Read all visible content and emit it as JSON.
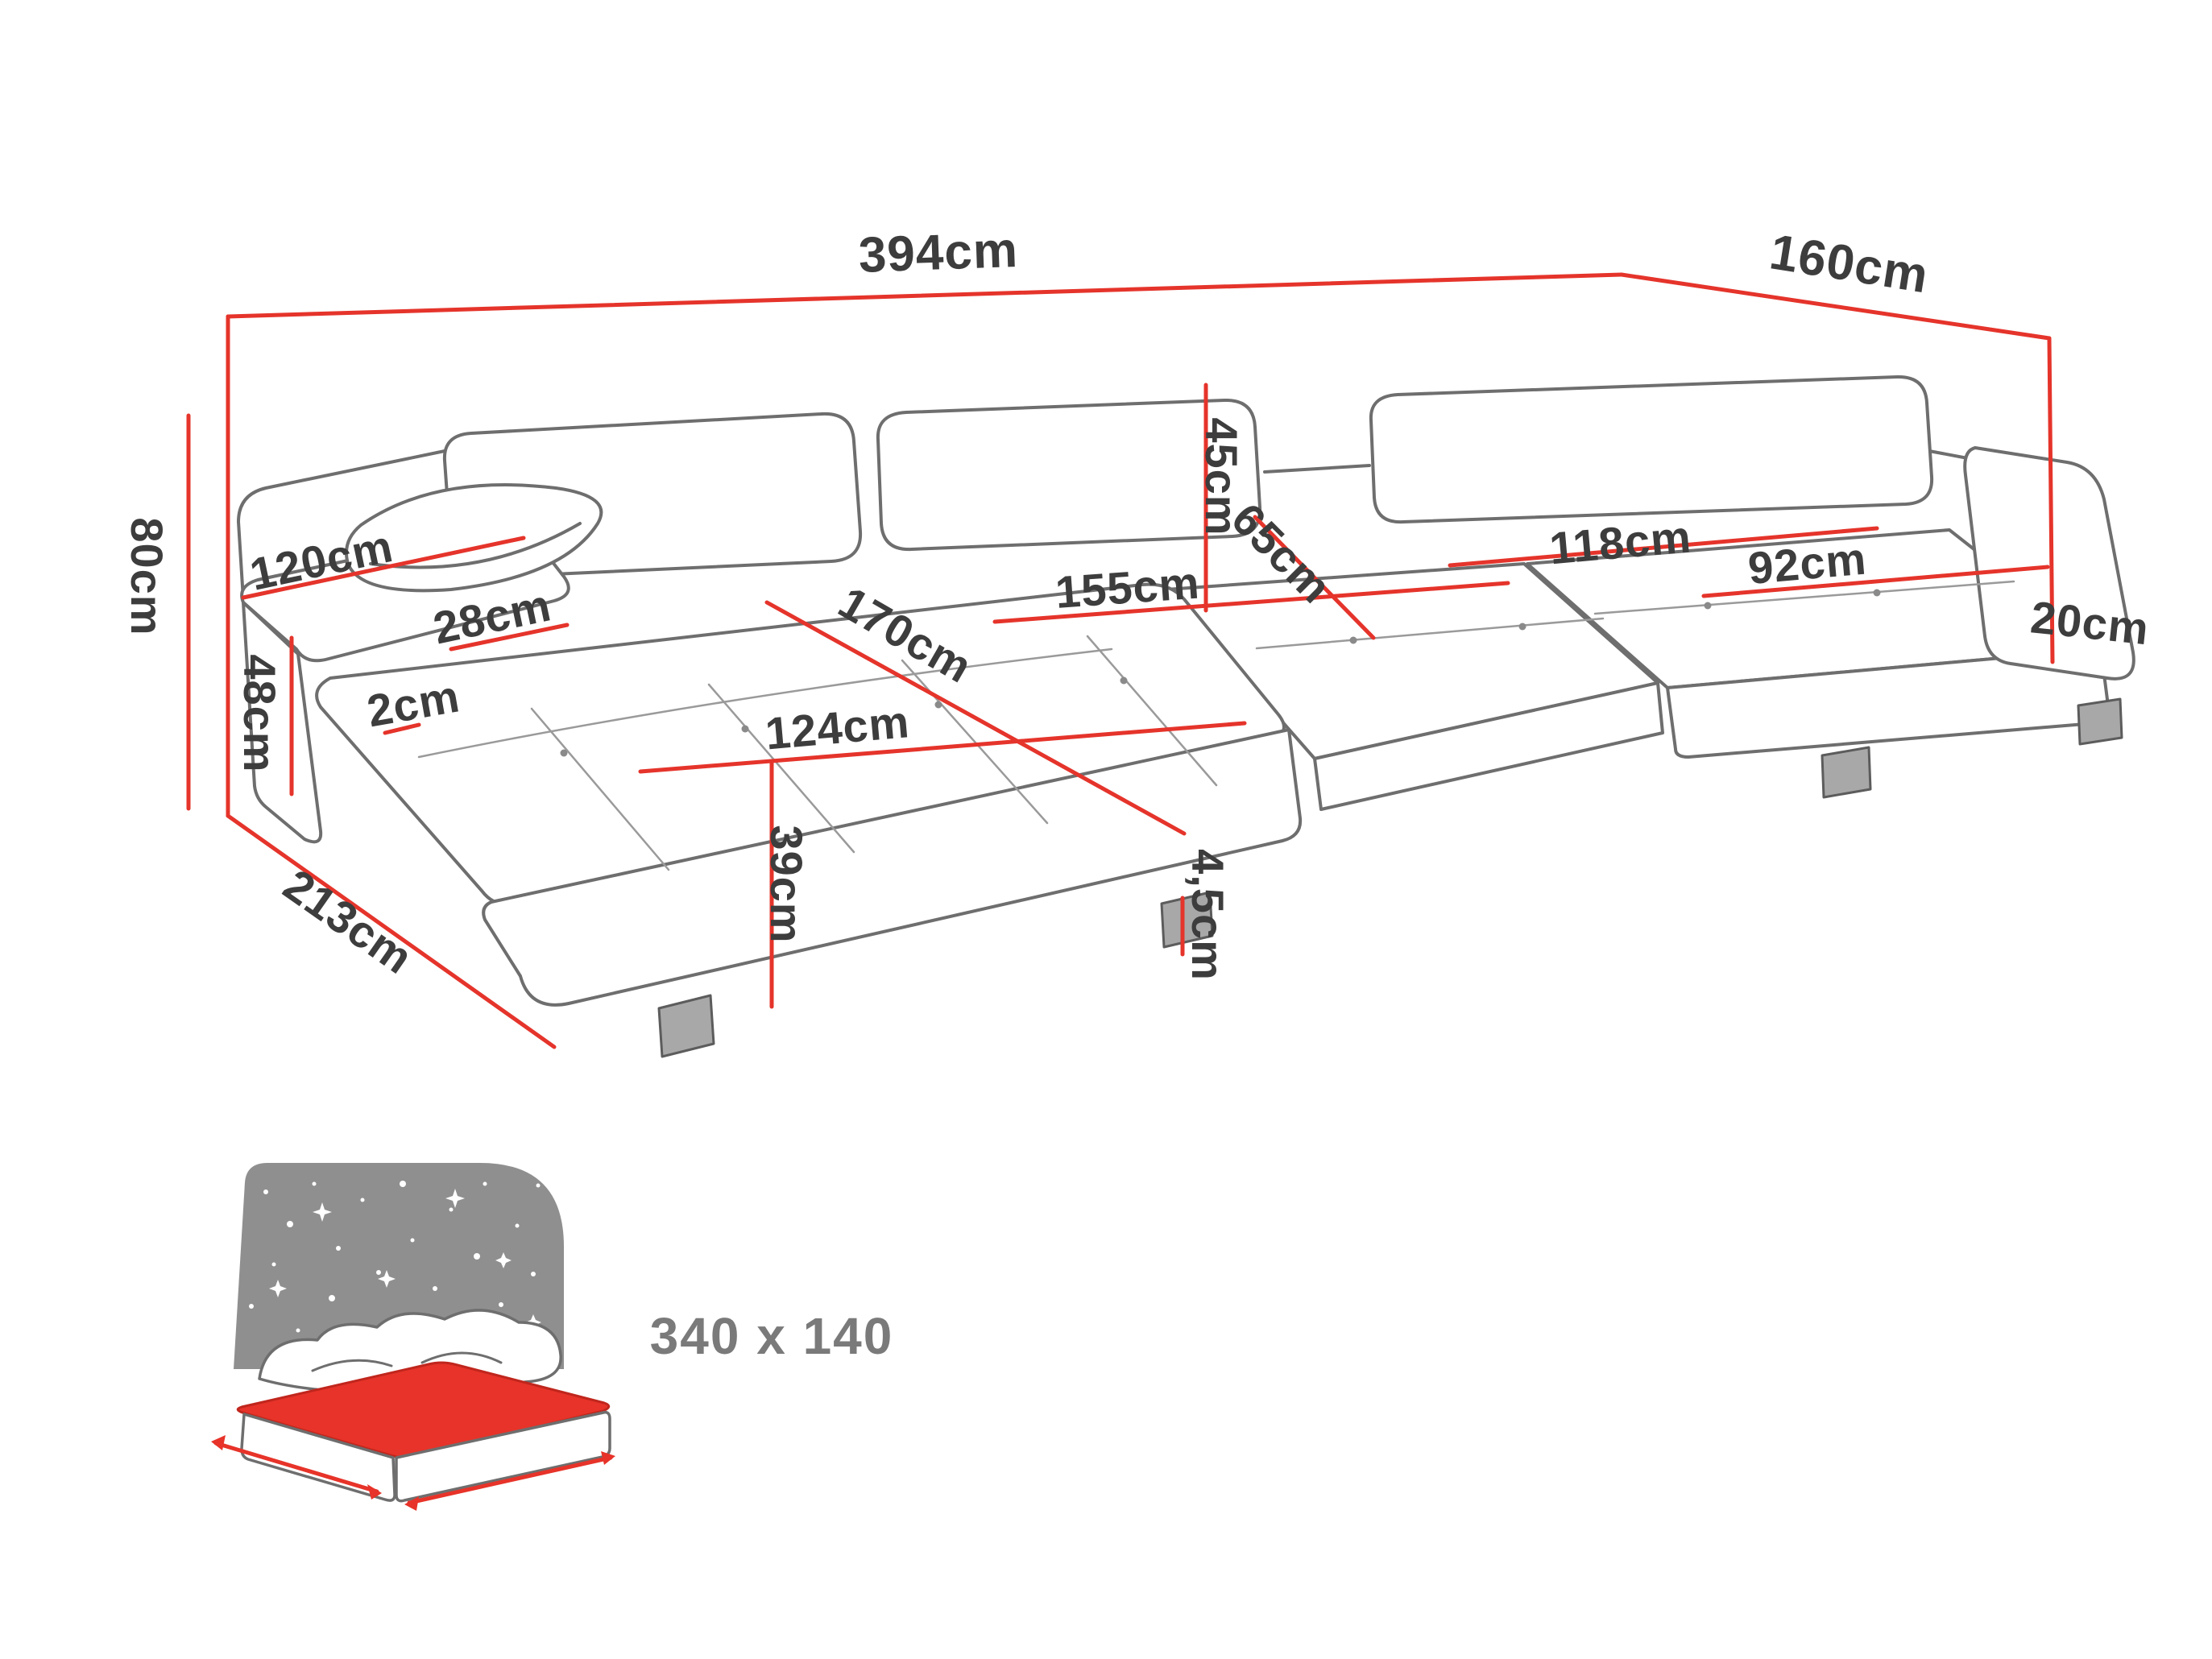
{
  "diagram": {
    "title": "U-shaped corner sofa dimension diagram",
    "unit": "cm",
    "labels": {
      "top_width": "394cm",
      "right_depth": "160cm",
      "height": "80cm",
      "armrest_length": "120cm",
      "armrest_width": "28cm",
      "armrest_height": "48cm",
      "armrest_gap": "2cm",
      "left_depth": "213cm",
      "left_seat_width": "124cm",
      "seat_height": "39cm",
      "left_seat_depth": "170cm",
      "middle_seat_width": "155cm",
      "backrest_height": "45cm",
      "middle_seat_depth": "65cm",
      "right_seat_length": "118cm",
      "right_seat_width": "92cm",
      "right_edge_height": "20cm",
      "leg_height": "4,5cm"
    },
    "sleeping_area": "340 x 140"
  },
  "colors": {
    "dimension_line": "#e5342b",
    "label_text": "#3d3d3d",
    "sofa_outline": "#6e6e6e",
    "bed_accent": "#e73329",
    "muted_text": "#7a7a7a",
    "background": "#ffffff"
  }
}
